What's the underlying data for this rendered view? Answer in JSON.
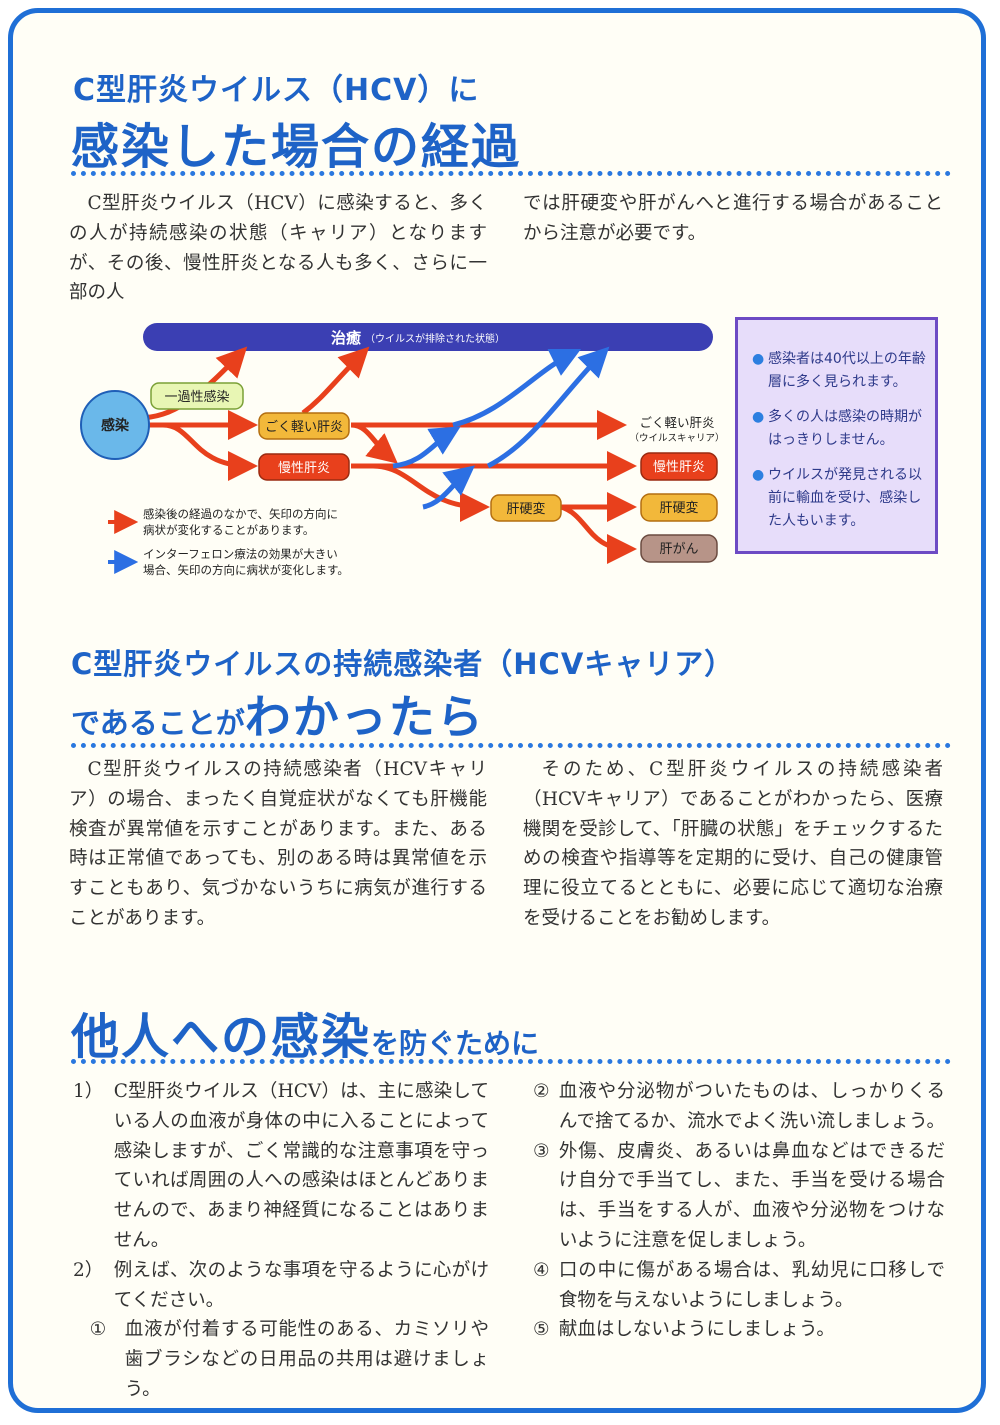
{
  "section1": {
    "title_line1": "C型肝炎ウイルス（HCV）に",
    "title_line2": "感染した場合の経過",
    "para_left": "C型肝炎ウイルス（HCV）に感染すると、多くの人が持続感染の状態（キャリア）となりますが、その後、慢性肝炎となる人も多く、さらに一部の人",
    "para_right": "では肝硬変や肝がんへと進行する場合があることから注意が必要です。"
  },
  "diagram": {
    "cure_label": "治癒",
    "cure_sub": "（ウイルスが排除された状態）",
    "infection": "感染",
    "transient": "一過性感染",
    "mild": "ごく軽い肝炎",
    "chronic": "慢性肝炎",
    "cirrhosis": "肝硬変",
    "end_mild": "ごく軽い肝炎",
    "end_mild_sub": "（ウイルスキャリア）",
    "end_chronic": "慢性肝炎",
    "end_cirrhosis": "肝硬変",
    "end_cancer": "肝がん",
    "legend_red_1": "感染後の経過のなかで、矢印の方向に",
    "legend_red_2": "病状が変化することがあります。",
    "legend_blue_1": "インターフェロン療法の効果が大きい",
    "legend_blue_2": "場合、矢印の方向に病状が変化します。",
    "colors": {
      "red": "#e8401c",
      "blue": "#2c6fe3",
      "cure_bar": "#3b3fb3",
      "node_fill": "#f2b83a",
      "cancer_fill": "#b79488",
      "infection_fill": "#6ab8ea"
    }
  },
  "infobox": {
    "items": [
      "感染者は40代以上の年齢層に多く見られます。",
      "多くの人は感染の時期がはっきりしません。",
      "ウイルスが発見される以前に輸血を受け、感染した人もいます。"
    ]
  },
  "section2": {
    "title_line1": "C型肝炎ウイルスの持続感染者（HCVキャリア）",
    "title_prefix": "であることが",
    "title_big": "わかったら",
    "para_left": "C型肝炎ウイルスの持続感染者（HCVキャリア）の場合、まったく自覚症状がなくても肝機能検査が異常値を示すことがあります。また、ある時は正常値であっても、別のある時は異常値を示すこともあり、気づかないうちに病気が進行することがあります。",
    "para_right": "そのため、C型肝炎ウイルスの持続感染者（HCVキャリア）であることがわかったら、医療機関を受診して、「肝臓の状態」をチェックするための検査や指導等を定期的に受け、自己の健康管理に役立てるとともに、必要に応じて適切な治療を受けることをお勧めします。"
  },
  "section3": {
    "title_big": "他人への感染",
    "title_small": "を防ぐために",
    "item1_num": "1）",
    "item1": "C型肝炎ウイルス（HCV）は、主に感染している人の血液が身体の中に入ることによって感染しますが、ごく常識的な注意事項を守っていれば周囲の人への感染はほとんどありませんので、あまり神経質になることはありません。",
    "item2_num": "2）",
    "item2": "例えば、次のような事項を守るように心がけてください。",
    "sub1_num": "①",
    "sub1": "血液が付着する可能性のある、カミソリや歯ブラシなどの日用品の共用は避けましょう。",
    "sub2_num": "②",
    "sub2": "血液や分泌物がついたものは、しっかりくるんで捨てるか、流水でよく洗い流しましょう。",
    "sub3_num": "③",
    "sub3": "外傷、皮膚炎、あるいは鼻血などはできるだけ自分で手当てし、また、手当を受ける場合は、手当をする人が、血液や分泌物をつけないように注意を促しましょう。",
    "sub4_num": "④",
    "sub4": "口の中に傷がある場合は、乳幼児に口移しで食物を与えないようにしましょう。",
    "sub5_num": "⑤",
    "sub5": "献血はしないようにしましょう。"
  }
}
